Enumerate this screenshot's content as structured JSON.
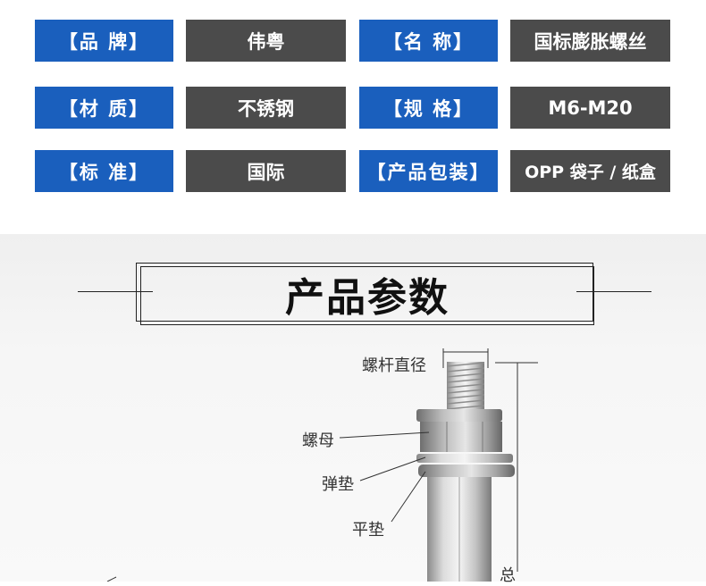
{
  "spec_table": {
    "rows": [
      [
        {
          "label": "【品 牌】",
          "value": "伟粤"
        },
        {
          "label": "【名 称】",
          "value": "国标膨胀螺丝"
        }
      ],
      [
        {
          "label": "【材 质】",
          "value": "不锈钢"
        },
        {
          "label": "【规 格】",
          "value": "M6-M20"
        }
      ],
      [
        {
          "label": "【标 准】",
          "value": "国际"
        },
        {
          "label": "【产品包装】",
          "value": "OPP 袋子 / 纸盒"
        }
      ]
    ],
    "label_color": "#1a5fbd",
    "value_color": "#4b4b4b"
  },
  "section": {
    "title": "产品参数"
  },
  "diagram": {
    "callouts": {
      "rod_diameter": "螺杆直径",
      "nut": "螺母",
      "spring_washer": "弹垫",
      "flat_washer": "平垫",
      "total_length_partial": "总"
    }
  }
}
